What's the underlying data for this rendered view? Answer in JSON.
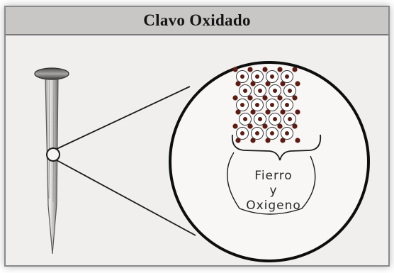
{
  "title": "Clavo Oxidado",
  "labels": {
    "line1": "Fierro",
    "line2": "y",
    "line3": "Oxigeno"
  },
  "colors": {
    "iron": "#5c1b12",
    "oxygen": "#ffffff",
    "card_bg": "#f1efee",
    "title_bg": "#c9c7c6"
  }
}
